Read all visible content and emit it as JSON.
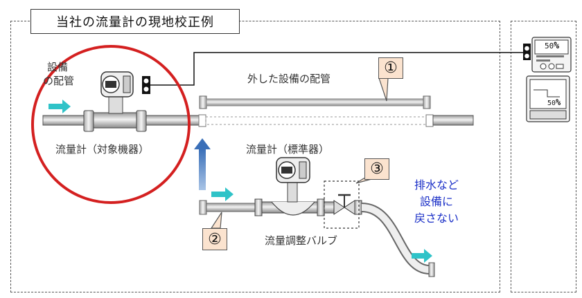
{
  "title": "当社の流量計の現地校正例",
  "labels": {
    "equipment_piping": [
      "設備",
      "の配管"
    ],
    "removed_piping": "外した設備の配管",
    "target_meter": "流量計（対象機器）",
    "reference_meter": "流量計（標準器）",
    "valve": "流量調整バルブ",
    "drain": [
      "排水など",
      "設備に",
      "戻さない"
    ]
  },
  "callouts": [
    "①",
    "②",
    "③"
  ],
  "display_value": "50",
  "display_unit": "%",
  "colors": {
    "arrow_cyan": "#2fc3c8",
    "arrow_blue": "#4a7fc0",
    "circle_red": "#d42020",
    "callout_fill": "#fbe3cf",
    "drain_text": "#1a2fc7"
  }
}
